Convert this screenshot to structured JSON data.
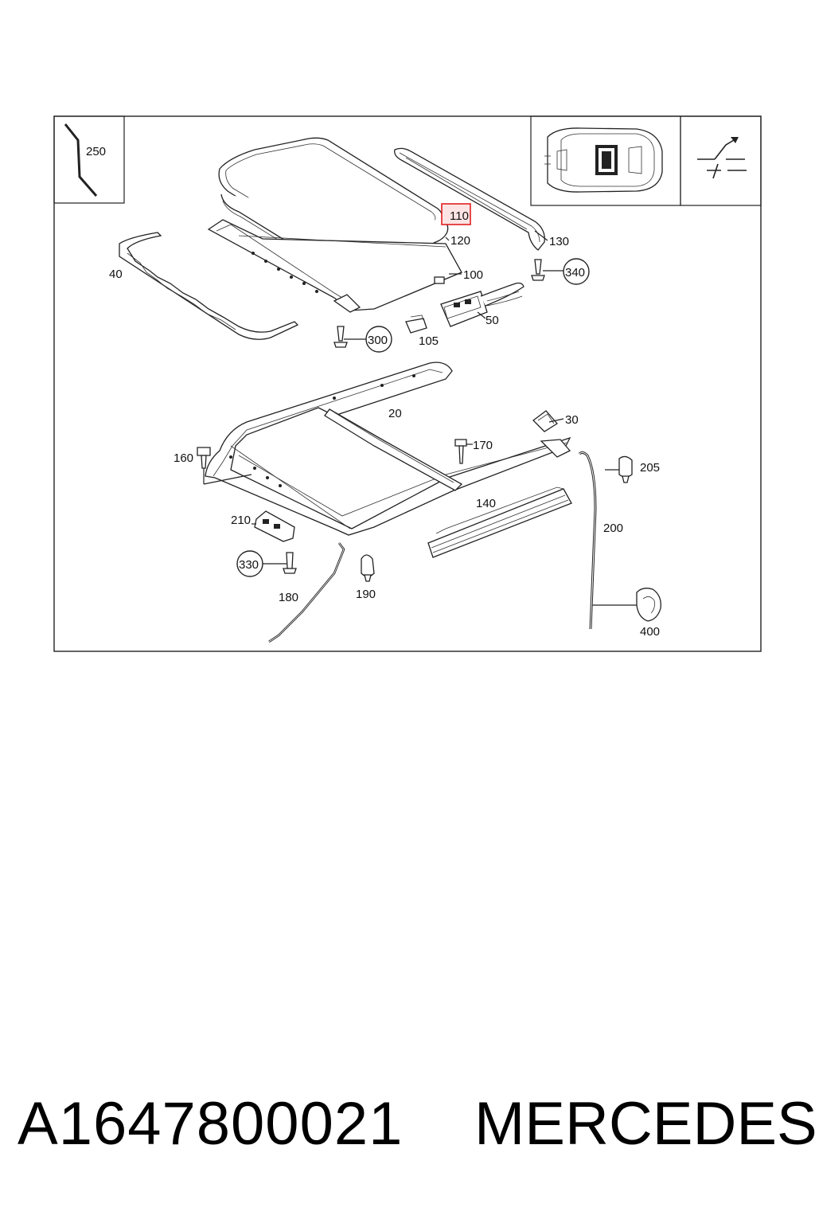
{
  "parts": [
    {
      "id": "p250",
      "label": "250",
      "circled": false,
      "highlighted": false
    },
    {
      "id": "p110",
      "label": "110",
      "circled": false,
      "highlighted": true
    },
    {
      "id": "p120",
      "label": "120",
      "circled": false,
      "highlighted": false
    },
    {
      "id": "p130",
      "label": "130",
      "circled": false,
      "highlighted": false
    },
    {
      "id": "p40",
      "label": "40",
      "circled": false,
      "highlighted": false
    },
    {
      "id": "p100",
      "label": "100",
      "circled": false,
      "highlighted": false
    },
    {
      "id": "p340",
      "label": "340",
      "circled": true,
      "highlighted": false
    },
    {
      "id": "p50",
      "label": "50",
      "circled": false,
      "highlighted": false
    },
    {
      "id": "p300",
      "label": "300",
      "circled": true,
      "highlighted": false
    },
    {
      "id": "p105",
      "label": "105",
      "circled": false,
      "highlighted": false
    },
    {
      "id": "p20",
      "label": "20",
      "circled": false,
      "highlighted": false
    },
    {
      "id": "p30",
      "label": "30",
      "circled": false,
      "highlighted": false
    },
    {
      "id": "p160",
      "label": "160",
      "circled": false,
      "highlighted": false
    },
    {
      "id": "p170",
      "label": "170",
      "circled": false,
      "highlighted": false
    },
    {
      "id": "p205",
      "label": "205",
      "circled": false,
      "highlighted": false
    },
    {
      "id": "p140",
      "label": "140",
      "circled": false,
      "highlighted": false
    },
    {
      "id": "p200",
      "label": "200",
      "circled": false,
      "highlighted": false
    },
    {
      "id": "p210",
      "label": "210",
      "circled": false,
      "highlighted": false
    },
    {
      "id": "p330",
      "label": "330",
      "circled": true,
      "highlighted": false
    },
    {
      "id": "p180",
      "label": "180",
      "circled": false,
      "highlighted": false
    },
    {
      "id": "p190",
      "label": "190",
      "circled": false,
      "highlighted": false
    },
    {
      "id": "p400",
      "label": "400",
      "circled": false,
      "highlighted": false
    }
  ],
  "colors": {
    "highlight_border": "#e02020",
    "highlight_fill": "#fde4e4",
    "line": "#222222"
  },
  "footer": {
    "part_number": "A1647800021",
    "brand": "MERCEDES"
  }
}
